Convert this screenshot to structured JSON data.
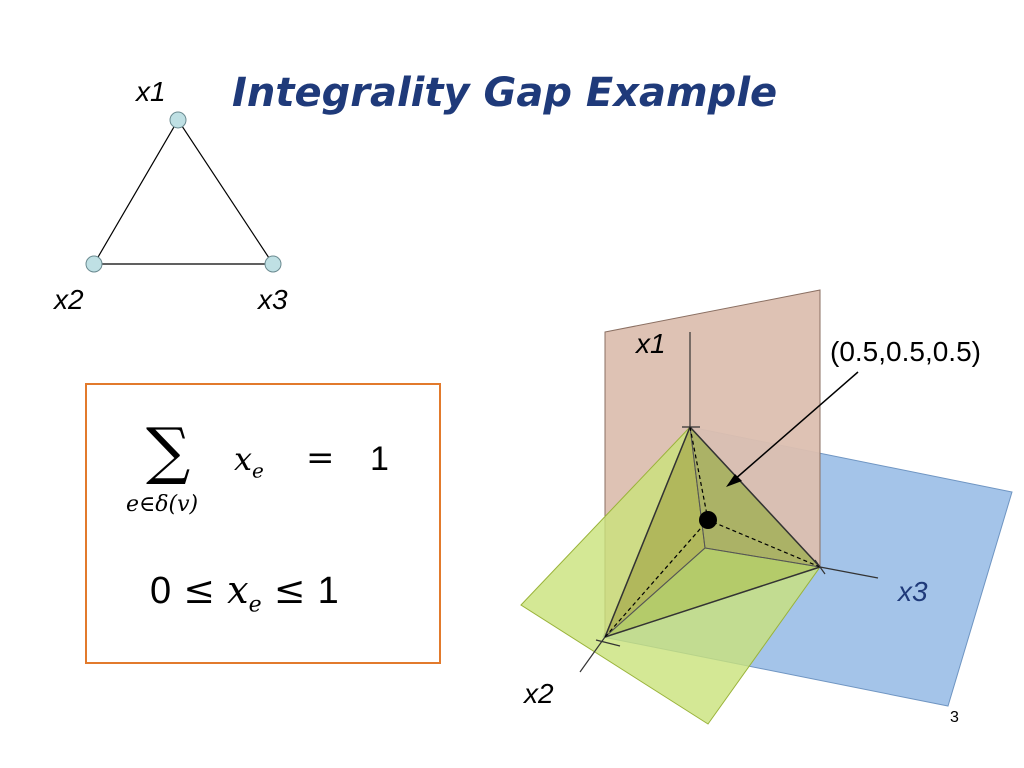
{
  "title": "Integrality Gap Example",
  "graph": {
    "nodes": [
      "x1",
      "x2",
      "x3"
    ],
    "node_color": "#bfe0e4"
  },
  "constraints": {
    "sum_symbol": "∑",
    "sum_subscript": "e∈δ(v)",
    "sum_var": "x",
    "sum_var_sub": "e",
    "equals": "=",
    "rhs": "1",
    "ineq_low": "0",
    "ineq_le": "≤",
    "ineq_var": "x",
    "ineq_var_sub": "e",
    "ineq_high": "1",
    "border_color": "#e27a2c"
  },
  "polytope": {
    "axis_x1": "x1",
    "axis_x2": "x2",
    "axis_x3": "x3",
    "point_label": "(0.5,0.5,0.5)",
    "plane_x1_color": "#dcbfb0",
    "plane_x2_color": "#c9e27a",
    "plane_x3_color": "#9fc1e8",
    "tetra_color": "#9a9a3a"
  },
  "page_number": "3"
}
